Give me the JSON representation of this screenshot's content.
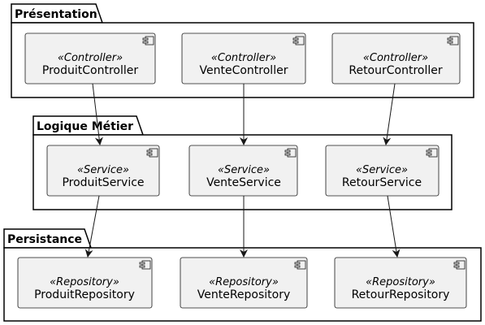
{
  "packages": [
    {
      "title": "Présentation",
      "components": [
        {
          "stereotype": "«Controller»",
          "name": "ProduitController"
        },
        {
          "stereotype": "«Controller»",
          "name": "VenteController"
        },
        {
          "stereotype": "«Controller»",
          "name": "RetourController"
        }
      ]
    },
    {
      "title": "Logique Métier",
      "components": [
        {
          "stereotype": "«Service»",
          "name": "ProduitService"
        },
        {
          "stereotype": "«Service»",
          "name": "VenteService"
        },
        {
          "stereotype": "«Service»",
          "name": "RetourService"
        }
      ]
    },
    {
      "title": "Persistance",
      "components": [
        {
          "stereotype": "«Repository»",
          "name": "ProduitRepository"
        },
        {
          "stereotype": "«Repository»",
          "name": "VenteRepository"
        },
        {
          "stereotype": "«Repository»",
          "name": "RetourRepository"
        }
      ]
    }
  ],
  "colors": {
    "component_fill": "#f1f1f1",
    "component_border": "#181818",
    "package_border": "#000000",
    "edge": "#181818"
  },
  "icon": "component-icon"
}
